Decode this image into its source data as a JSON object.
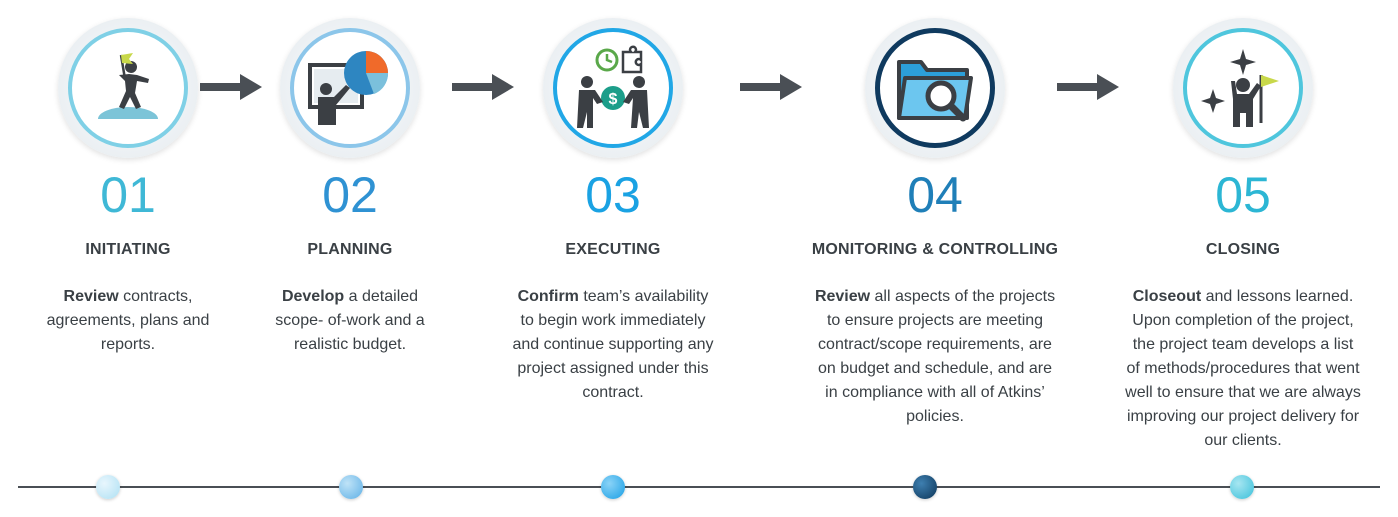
{
  "colors": {
    "step1": "#3fb8d6",
    "step2": "#2f92d3",
    "step3": "#1aa2e3",
    "step4": "#0f3a5f",
    "step5": "#2cb6d4",
    "arrow": "#4a4f55",
    "text": "#3a4045"
  },
  "steps": [
    {
      "number": "01",
      "title": "INITIATING",
      "lead": "Review",
      "rest_lines": [
        " contracts,",
        "agreements, plans and",
        "reports."
      ],
      "icon": "summit-flag-icon"
    },
    {
      "number": "02",
      "title": "PLANNING",
      "lead": "Develop",
      "rest_lines": [
        " a detailed",
        "scope- of-work and a",
        "realistic budget."
      ],
      "icon": "presentation-chart-icon"
    },
    {
      "number": "03",
      "title": "EXECUTING",
      "lead": "Confirm",
      "rest_lines": [
        " team’s availability",
        "to begin work immediately",
        "and continue supporting any",
        "project assigned under this",
        "contract."
      ],
      "icon": "team-collaboration-icon"
    },
    {
      "number": "04",
      "title": "MONITORING & CONTROLLING",
      "lead": "Review",
      "rest_lines": [
        " all aspects of the projects",
        "to ensure projects are meeting",
        "contract/scope requirements, are",
        "on budget and schedule, and are",
        "in compliance with all of Atkins’",
        "policies."
      ],
      "icon": "folder-search-icon"
    },
    {
      "number": "05",
      "title": "CLOSING",
      "lead": "Closeout",
      "rest_lines": [
        " and lessons learned.",
        "Upon completion of the project,",
        "the project team develops a list",
        "of methods/procedures that went",
        "well to ensure that we are always",
        "improving our project delivery for",
        "our clients."
      ],
      "icon": "celebration-flag-icon"
    }
  ]
}
